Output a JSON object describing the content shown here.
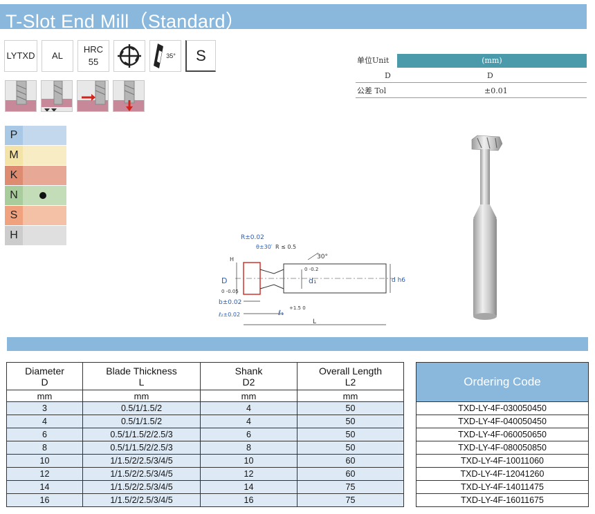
{
  "header": {
    "title": "T-Slot End Mill（Standard）"
  },
  "badges": {
    "brand": "LYTXD",
    "material": "AL",
    "hrc_label": "HRC",
    "hrc_value": "55",
    "flutes_icon": "four-flute-icon",
    "helix_angle": "35°",
    "type": "S"
  },
  "operations": [
    "slotting-operation-icon",
    "t-slot-cut-operation-icon",
    "side-feed-operation-icon",
    "plunge-operation-icon"
  ],
  "materials": [
    {
      "letter": "P",
      "color": "#a8c8e6",
      "fill": "#c3d8ec",
      "suitable": false
    },
    {
      "letter": "M",
      "color": "#f3e3a6",
      "fill": "#f7ecc4",
      "suitable": false
    },
    {
      "letter": "K",
      "color": "#dd8c72",
      "fill": "#e7a995",
      "suitable": false
    },
    {
      "letter": "N",
      "color": "#a9cc9c",
      "fill": "#c4ddb9",
      "suitable": true
    },
    {
      "letter": "S",
      "color": "#f0a27f",
      "fill": "#f5c1a6",
      "suitable": false
    },
    {
      "letter": "H",
      "color": "#cccccc",
      "fill": "#dfdfdf",
      "suitable": false
    }
  ],
  "unit_table": {
    "unit_label": "单位Unit",
    "unit_value": "(mm)",
    "col1": "D",
    "col2": "D",
    "tol_label": "公差 Tol",
    "tol_value": "±0.01"
  },
  "schematic_labels": {
    "r": "R±0.02",
    "theta": "θ±30′",
    "r_small": "R ≤ 0.5",
    "angle": "30°",
    "h": "H",
    "d": "D",
    "d_tol": "0 -0.05",
    "d1": "d₁",
    "d1_tol": "0 -0.2",
    "dh": "d h6",
    "b": "b±0.02",
    "l1": "ℓ₁",
    "l1_tol": "+1.5 0",
    "l2": "ℓ₂±0.02",
    "L": "L"
  },
  "spec_table": {
    "headers": [
      {
        "line1": "Diameter",
        "line2": "D"
      },
      {
        "line1": "Blade Thickness",
        "line2": "L"
      },
      {
        "line1": "Shank",
        "line2": "D2"
      },
      {
        "line1": "Overall Length",
        "line2": "L2"
      }
    ],
    "units": [
      "mm",
      "mm",
      "mm",
      "mm"
    ],
    "rows": [
      [
        "3",
        "0.5/1/1.5/2",
        "4",
        "50"
      ],
      [
        "4",
        "0.5/1/1.5/2",
        "4",
        "50"
      ],
      [
        "6",
        "0.5/1/1.5/2/2.5/3",
        "6",
        "50"
      ],
      [
        "8",
        "0.5/1/1.5/2/2.5/3",
        "8",
        "50"
      ],
      [
        "10",
        "1/1.5/2/2.5/3/4/5",
        "10",
        "60"
      ],
      [
        "12",
        "1/1.5/2/2.5/3/4/5",
        "12",
        "60"
      ],
      [
        "14",
        "1/1.5/2/2.5/3/4/5",
        "14",
        "75"
      ],
      [
        "16",
        "1/1.5/2/2.5/3/4/5",
        "16",
        "75"
      ]
    ]
  },
  "ordering": {
    "header": "Ordering Code",
    "codes": [
      "TXD-LY-4F-030050450",
      "TXD-LY-4F-040050450",
      "TXD-LY-4F-060050650",
      "TXD-LY-4F-080050850",
      "TXD-LY-4F-10011060",
      "TXD-LY-4F-12041260",
      "TXD-LY-4F-14011475",
      "TXD-LY-4F-16011675"
    ]
  }
}
